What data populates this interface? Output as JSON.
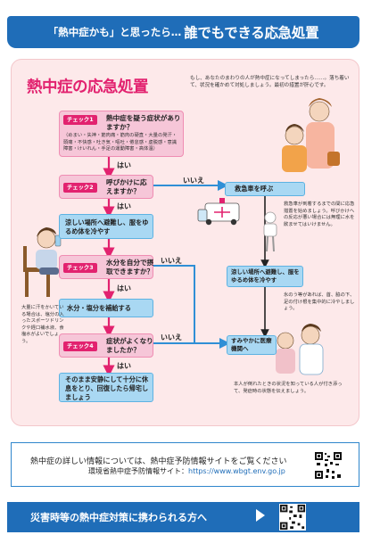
{
  "header": {
    "lead": "「熱中症かも」と思ったら…",
    "title": "誰でもできる応急処置"
  },
  "section_title": "熱中症の応急処置",
  "intro": "もし、あなたのまわりの人が熱中症になってしまったら……。落ち着いて、状況を確かめて対処しましょう。最初の措置が肝心です。",
  "check1": {
    "tag": "チェック1",
    "question": "熱中症を疑う症状がありますか？",
    "symptoms": "（めまい・失神・筋肉痛・筋肉の硬直・大量の発汗・頭痛・不快感・吐き気・嘔吐・倦怠感・虚脱感・意識障害・けいれん・手足の運動障害・高体温）"
  },
  "check2": {
    "tag": "チェック2",
    "question": "呼びかけに応えますか？"
  },
  "check3": {
    "tag": "チェック3",
    "question": "水分を自分で摂取できますか？"
  },
  "check4": {
    "tag": "チェック4",
    "question": "症状がよくなりましたか？"
  },
  "yes_label": "はい",
  "no_label": "いいえ",
  "actions": {
    "cool1": "涼しい場所へ避難し、服をゆるめ体を冷やす",
    "hydrate": "水分・塩分を補給する",
    "rest": "そのまま安静にして十分に休息をとり、回復したら帰宅しましょう",
    "ambulance": "救急車を呼ぶ",
    "cool2": "涼しい場所へ避難し、服をゆるめ体を冷やす",
    "hospital": "すみやかに医療機関へ"
  },
  "notes": {
    "ambulance_note": "救急車が到着するまでの間に応急措置を始めましょう。呼びかけへの反応が悪い場合には無理に水を飲ませてはいけません。",
    "ice_note": "氷のう等があれば、首、脇の下、足の付け根を集中的に冷やしましょう。",
    "sweat_note": "大量に汗をかいている場合は、塩分の入ったスポーツドリンクや経口補水液、食塩水がよいでしょう。",
    "hospital_note": "本人が倒れたときの状況を知っている人が付き添って、発症時の状態を伝えましょう。"
  },
  "info": {
    "main": "熱中症の詳しい情報については、熱中症予防情報サイトをご覧ください",
    "site_label": "環境省熱中症予防情報サイト：",
    "url": "https://www.wbgt.env.go.jp"
  },
  "footer": {
    "text": "災害時等の熱中症対策に携わられる方へ"
  },
  "colors": {
    "header_blue": "#1f6db8",
    "accent_pink": "#e2226f",
    "panel_pink": "#fde9ea",
    "box_blue": "#a9d8f3"
  }
}
